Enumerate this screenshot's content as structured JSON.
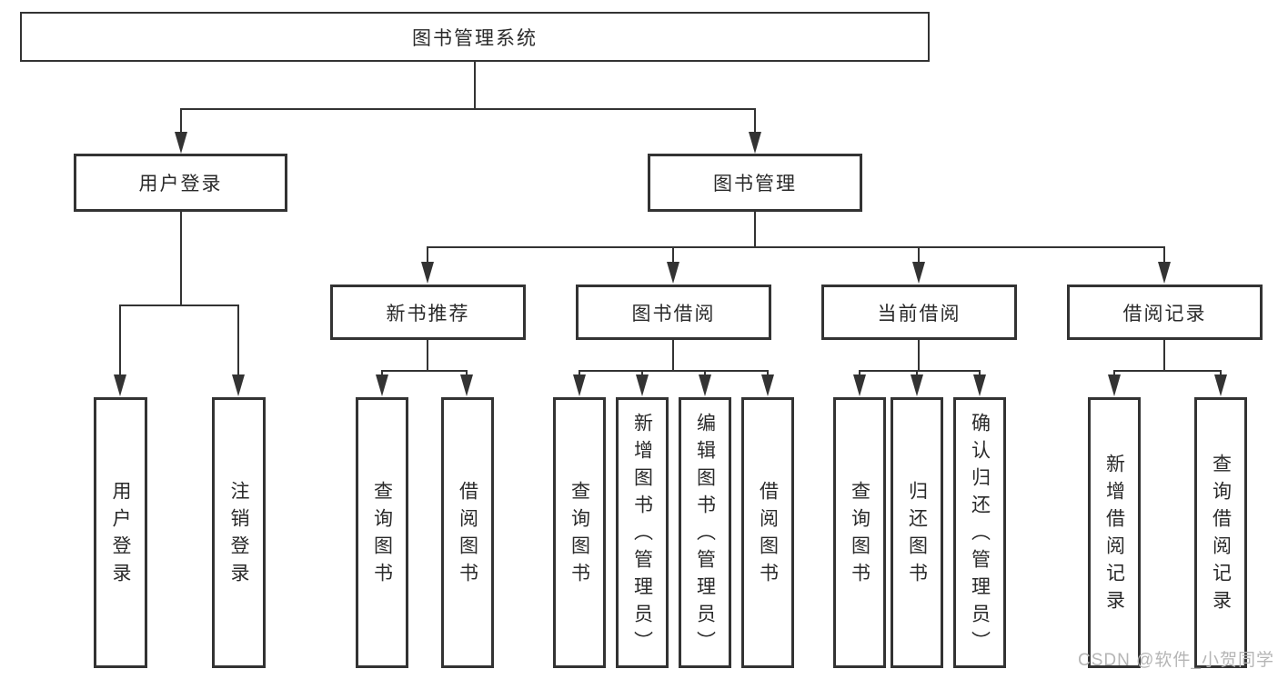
{
  "colors": {
    "background": "#ffffff",
    "line": "#333333",
    "box_border": "#333333",
    "text": "#2a2a2a",
    "watermark": "#b5b5b5"
  },
  "watermark": {
    "text": "CSDN @软件_小贺同学"
  },
  "tree": {
    "label": "图书管理系统",
    "children": [
      {
        "label": "用户登录",
        "children": [
          {
            "label": "用户登录"
          },
          {
            "label": "注销登录"
          }
        ]
      },
      {
        "label": "图书管理",
        "children": [
          {
            "label": "新书推荐",
            "children": [
              {
                "label": "查询图书"
              },
              {
                "label": "借阅图书"
              }
            ]
          },
          {
            "label": "图书借阅",
            "children": [
              {
                "label": "查询图书"
              },
              {
                "label": "新增图书（管理员）"
              },
              {
                "label": "编辑图书（管理员）"
              },
              {
                "label": "借阅图书"
              }
            ]
          },
          {
            "label": "当前借阅",
            "children": [
              {
                "label": "查询图书"
              },
              {
                "label": "归还图书"
              },
              {
                "label": "确认归还（管理员）"
              }
            ]
          },
          {
            "label": "借阅记录",
            "children": [
              {
                "label": "新增借阅记录"
              },
              {
                "label": "查询借阅记录"
              }
            ]
          }
        ]
      }
    ]
  }
}
